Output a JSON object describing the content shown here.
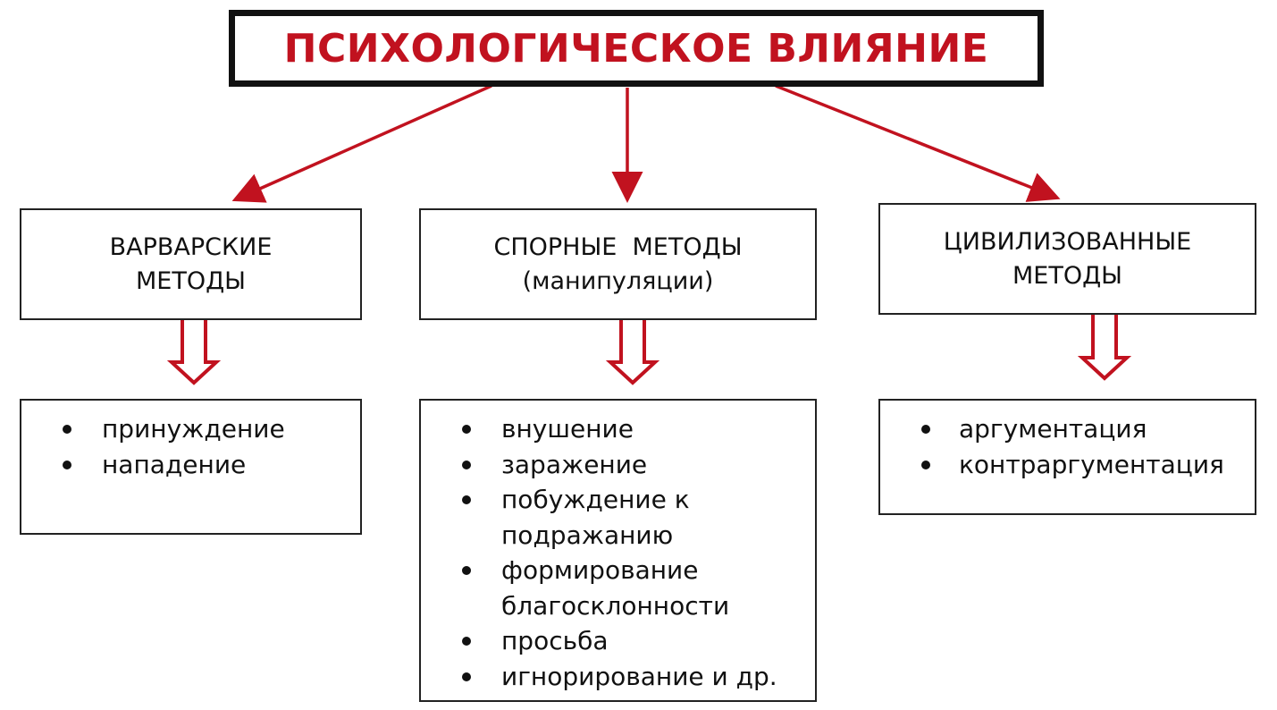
{
  "title": "ПСИХОЛОГИЧЕСКОЕ ВЛИЯНИЕ",
  "colors": {
    "accent": "#c1121f",
    "border": "#222222",
    "text": "#111111"
  },
  "categories": [
    {
      "id": "barbaric",
      "lines": [
        "ВАРВАРСКИЕ",
        "МЕТОДЫ"
      ],
      "items": [
        [
          "принуждение"
        ],
        [
          "нападение"
        ]
      ]
    },
    {
      "id": "disputed",
      "lines": [
        "СПОРНЫЕ  МЕТОДЫ",
        "(манипуляции)"
      ],
      "items": [
        [
          "внушение"
        ],
        [
          "заражение"
        ],
        [
          "побуждение к",
          "подражанию"
        ],
        [
          "формирование",
          "благосклонности"
        ],
        [
          "просьба"
        ],
        [
          "игнорирование и др."
        ]
      ]
    },
    {
      "id": "civilized",
      "lines": [
        "ЦИВИЛИЗОВАННЫЕ",
        "МЕТОДЫ"
      ],
      "items": [
        [
          "аргументация"
        ],
        [
          "контраргументация"
        ]
      ]
    }
  ]
}
